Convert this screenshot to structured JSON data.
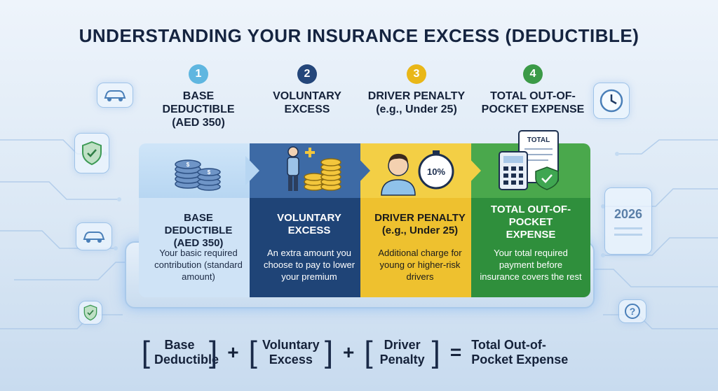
{
  "title": "UNDERSTANDING YOUR INSURANCE EXCESS (DEDUCTIBLE)",
  "steps": [
    {
      "number": "1",
      "heading": "BASE DEDUCTIBLE (AED 350)",
      "color": "#5fb6e0"
    },
    {
      "number": "2",
      "heading": "VOLUNTARY EXCESS",
      "color": "#24467a"
    },
    {
      "number": "3",
      "heading": "DRIVER PENALTY (e.g., Under 25)",
      "color": "#e9b718"
    },
    {
      "number": "4",
      "heading": "TOTAL OUT-OF-POCKET EXPENSE",
      "color": "#3b9a47"
    }
  ],
  "bands": [
    {
      "title": "BASE DEDUCTIBLE (AED 350)",
      "description": "Your basic required contribution (standard amount)",
      "icon": "coin-stack-icon"
    },
    {
      "title": "VOLUNTARY EXCESS",
      "description": "An extra amount you choose to pay to lower your premium",
      "icon": "person-coins-icon"
    },
    {
      "title": "DRIVER PENALTY (e.g., Under 25)",
      "description": "Additional charge for young or higher-risk drivers",
      "icon": "young-driver-stopwatch-icon",
      "stopwatch_label": "10%"
    },
    {
      "title": "TOTAL OUT-OF-POCKET EXPENSE",
      "description": "Your total required payment before insurance covers the rest",
      "icon": "calculator-receipt-icon",
      "receipt_label": "TOTAL"
    }
  ],
  "side_cards": {
    "left": [
      "car-icon",
      "shield-check-icon",
      "car-icon",
      "shield-check-icon"
    ],
    "right": [
      "clock-icon",
      "calendar-icon",
      "question-icon"
    ],
    "calendar_year": "2026"
  },
  "formula": {
    "term1": "Base Deductible",
    "term2": "Voluntary Excess",
    "term3": "Driver Penalty",
    "plus": "+",
    "equals": "=",
    "result": "Total Out-of-Pocket Expense"
  }
}
